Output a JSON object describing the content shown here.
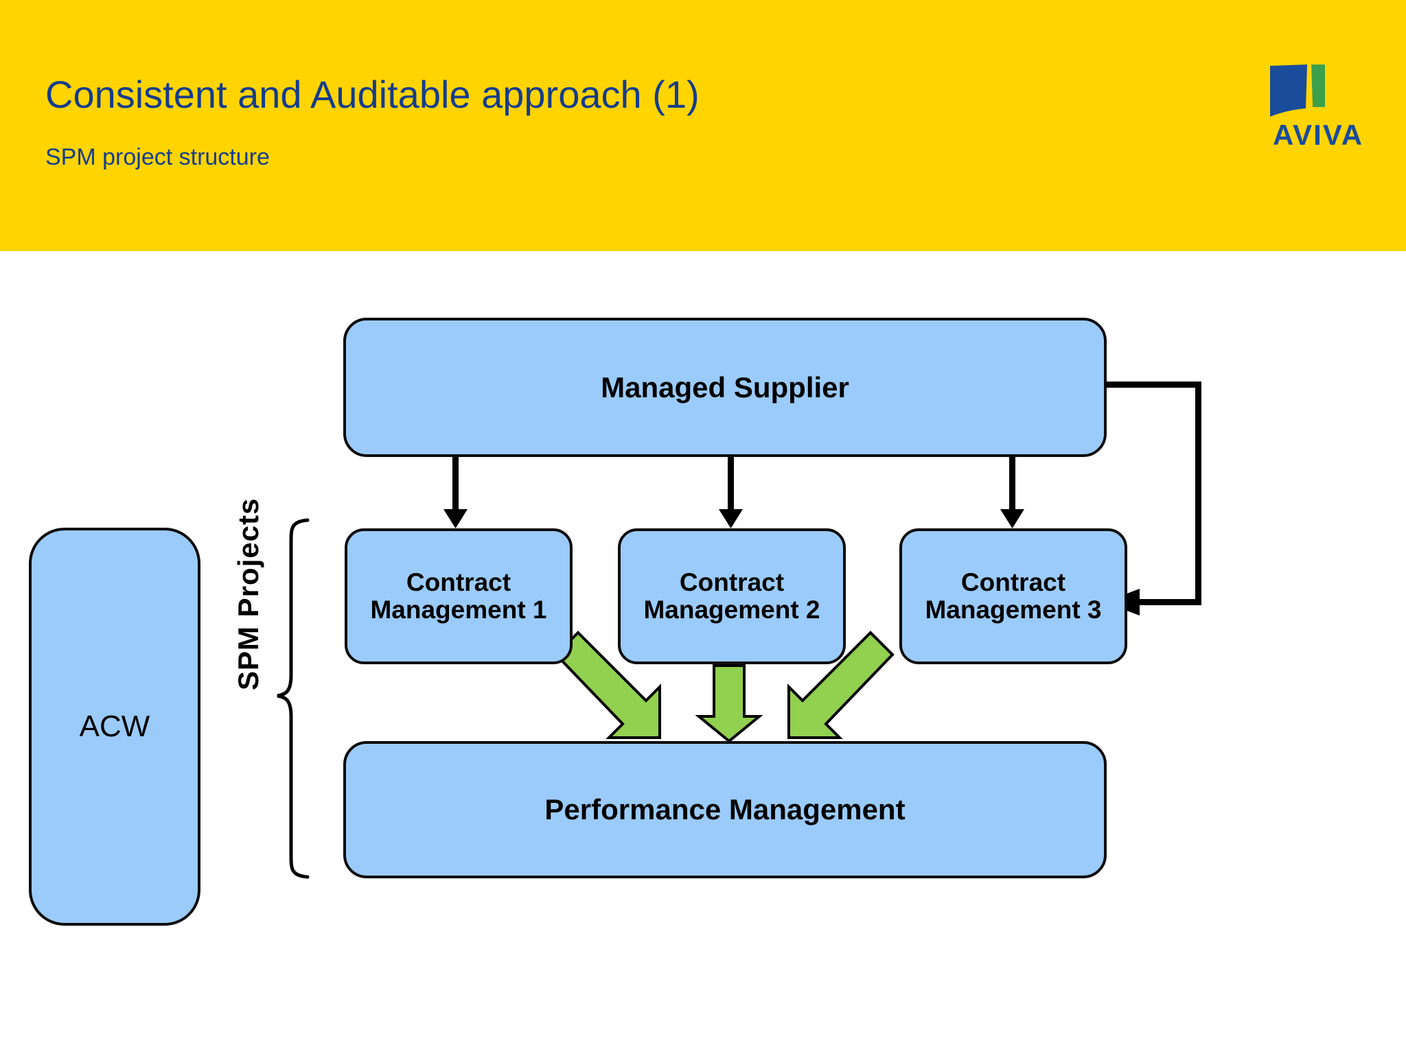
{
  "slide": {
    "title": "Consistent and Auditable approach (1)",
    "subtitle": "SPM project structure",
    "header_color": "#FFD400",
    "title_color": "#153C8C",
    "body_background": "#FFFFFF"
  },
  "brand": {
    "name": "AVIVA",
    "logo_icon": "aviva-flag-logo",
    "logo_blue": "#1A4C9C",
    "logo_green": "#3CA14A",
    "wordmark_color": "#1A4C9C"
  },
  "diagram": {
    "type": "flow-diagram",
    "node_fill": "#9BCBFA",
    "node_stroke": "#0A0A0A",
    "green_arrow_fill": "#92D050",
    "black_arrow_color": "#000000",
    "group_label": "SPM Projects",
    "nodes": [
      {
        "id": "acw",
        "label": "ACW",
        "bold": false
      },
      {
        "id": "managed_supplier",
        "label": "Managed Supplier",
        "bold": true
      },
      {
        "id": "cm1",
        "line1": "Contract",
        "line2": "Management 1",
        "bold": true
      },
      {
        "id": "cm2",
        "line1": "Contract",
        "line2": "Management 2",
        "bold": true
      },
      {
        "id": "cm3",
        "line1": "Contract",
        "line2": "Management 3",
        "bold": true
      },
      {
        "id": "performance_management",
        "label": "Performance Management",
        "bold": true
      }
    ],
    "edges": [
      {
        "from": "managed_supplier",
        "to": "cm1",
        "style": "black-solid-arrow"
      },
      {
        "from": "managed_supplier",
        "to": "cm2",
        "style": "black-solid-arrow"
      },
      {
        "from": "managed_supplier",
        "to": "cm3",
        "style": "black-solid-arrow"
      },
      {
        "from": "cm1",
        "to": "performance_management",
        "style": "green-block-arrow-diagonal"
      },
      {
        "from": "cm2",
        "to": "performance_management",
        "style": "green-block-arrow-vertical"
      },
      {
        "from": "cm3",
        "to": "performance_management",
        "style": "green-block-arrow-diagonal"
      },
      {
        "from": "managed_supplier",
        "to": "performance_management",
        "style": "black-feedback-loop-right"
      }
    ],
    "grouping": {
      "label": "SPM Projects",
      "brace": "right-curly-brace",
      "members": [
        "cm1",
        "cm2",
        "cm3",
        "performance_management"
      ]
    }
  }
}
